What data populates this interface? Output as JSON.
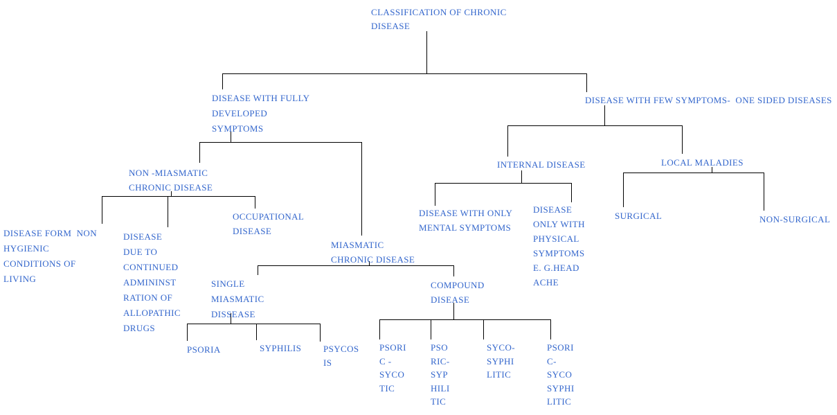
{
  "colors": {
    "node_text": "#3366CC",
    "connector": "#000000",
    "background": "#FFFFFF"
  },
  "diagram": {
    "type": "tree",
    "nodes": {
      "root": "CLASSIFICATION OF CHRONIC\nDISEASE",
      "fully_developed": "DISEASE WITH FULLY\nDEVELOPED\nSYMPTOMS",
      "few_symptoms": "DISEASE WITH FEW SYMPTOMS-  ONE SIDED DISEASES",
      "non_miasmatic": "NON -MIASMATIC\nCHRONIC DISEASE",
      "unhygienic": "DISEASE FORM  NON\nHYGIENIC\nCONDITIONS OF\nLIVING",
      "allopathic": "DISEASE\nDUE TO\nCONTINUED\nADMININST\nRATION OF\nALLOPATHIC\nDRUGS",
      "occupational": "OCCUPATIONAL\nDISEASE",
      "miasmatic": "MIASMATIC\nCHRONIC DISEASE",
      "single_miasmatic": "SINGLE\nMIASMATIC\nDISSEASE",
      "compound": "COMPOUND\nDISEASE",
      "psoria": "PSORIA",
      "syphilis": "SYPHILIS",
      "psycosis": "PSYCOS\nIS",
      "psori_sycotic": "PSORI\nC -\nSYCO\nTIC",
      "psoric_syphilitic": "PSO\nRIC-\nSYP\nHILI\nTIC",
      "syco_syphilitic": "SYCO-\nSYPHI\nLITIC",
      "psori_syco_syphilitic": "PSORI\nC-\nSYCO\nSYPHI\nLITIC",
      "internal": "INTERNAL DISEASE",
      "local_maladies": "LOCAL MALADIES",
      "mental": "DISEASE WITH ONLY\nMENTAL SYMPTOMS",
      "physical": "DISEASE\nONLY WITH\nPHYSICAL\nSYMPTOMS\nE. G.HEAD\nACHE",
      "surgical": "SURGICAL",
      "non_surgical": "NON-SURGICAL"
    }
  }
}
